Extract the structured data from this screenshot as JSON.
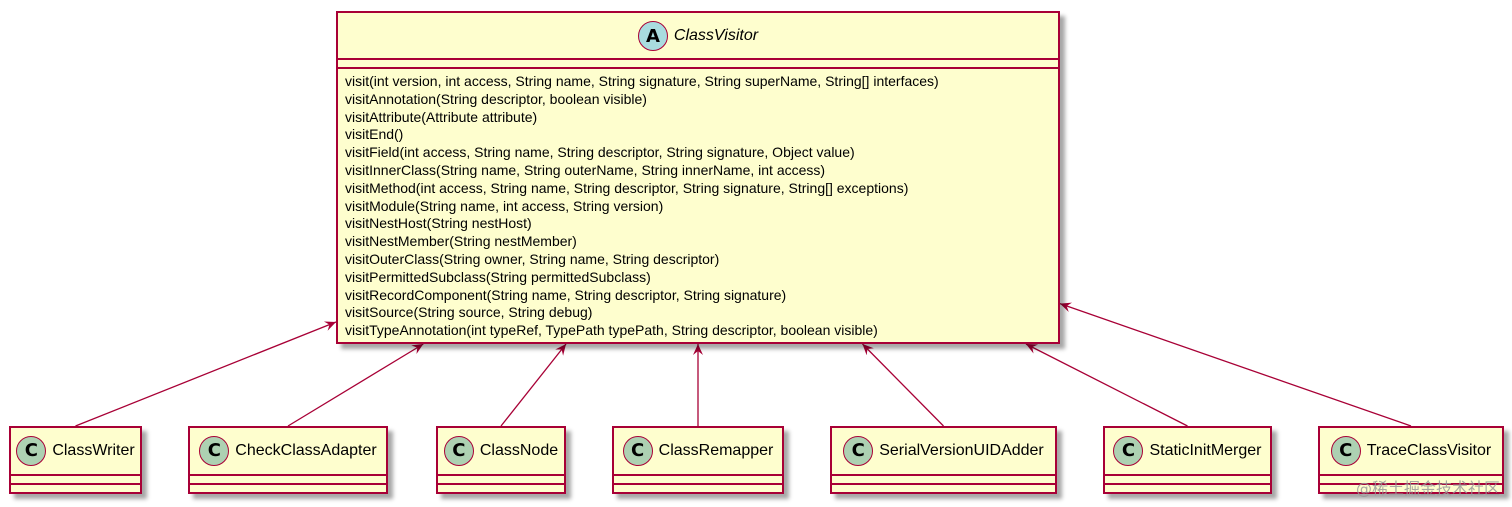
{
  "diagram": {
    "parent": {
      "name": "ClassVisitor",
      "badge": "A",
      "methods": [
        "visit(int version, int access, String name, String signature, String superName, String[] interfaces)",
        "visitAnnotation(String descriptor, boolean visible)",
        "visitAttribute(Attribute attribute)",
        "visitEnd()",
        "visitField(int access, String name, String descriptor, String signature, Object value)",
        "visitInnerClass(String name, String outerName, String innerName, int access)",
        "visitMethod(int access, String name, String descriptor, String signature, String[] exceptions)",
        "visitModule(String name, int access, String version)",
        "visitNestHost(String nestHost)",
        "visitNestMember(String nestMember)",
        "visitOuterClass(String owner, String name, String descriptor)",
        "visitPermittedSubclass(String permittedSubclass)",
        "visitRecordComponent(String name, String descriptor, String signature)",
        "visitSource(String source, String debug)",
        "visitTypeAnnotation(int typeRef, TypePath typePath, String descriptor, boolean visible)"
      ]
    },
    "children": [
      {
        "name": "ClassWriter",
        "badge": "C"
      },
      {
        "name": "CheckClassAdapter",
        "badge": "C"
      },
      {
        "name": "ClassNode",
        "badge": "C"
      },
      {
        "name": "ClassRemapper",
        "badge": "C"
      },
      {
        "name": "SerialVersionUIDAdder",
        "badge": "C"
      },
      {
        "name": "StaticInitMerger",
        "badge": "C"
      },
      {
        "name": "TraceClassVisitor",
        "badge": "C"
      }
    ],
    "colors": {
      "border": "#a80036",
      "fill": "#fefece",
      "abstract_badge": "#a9dcdf",
      "class_badge": "#add1b2"
    }
  },
  "watermark": "@稀土掘金技术社区"
}
